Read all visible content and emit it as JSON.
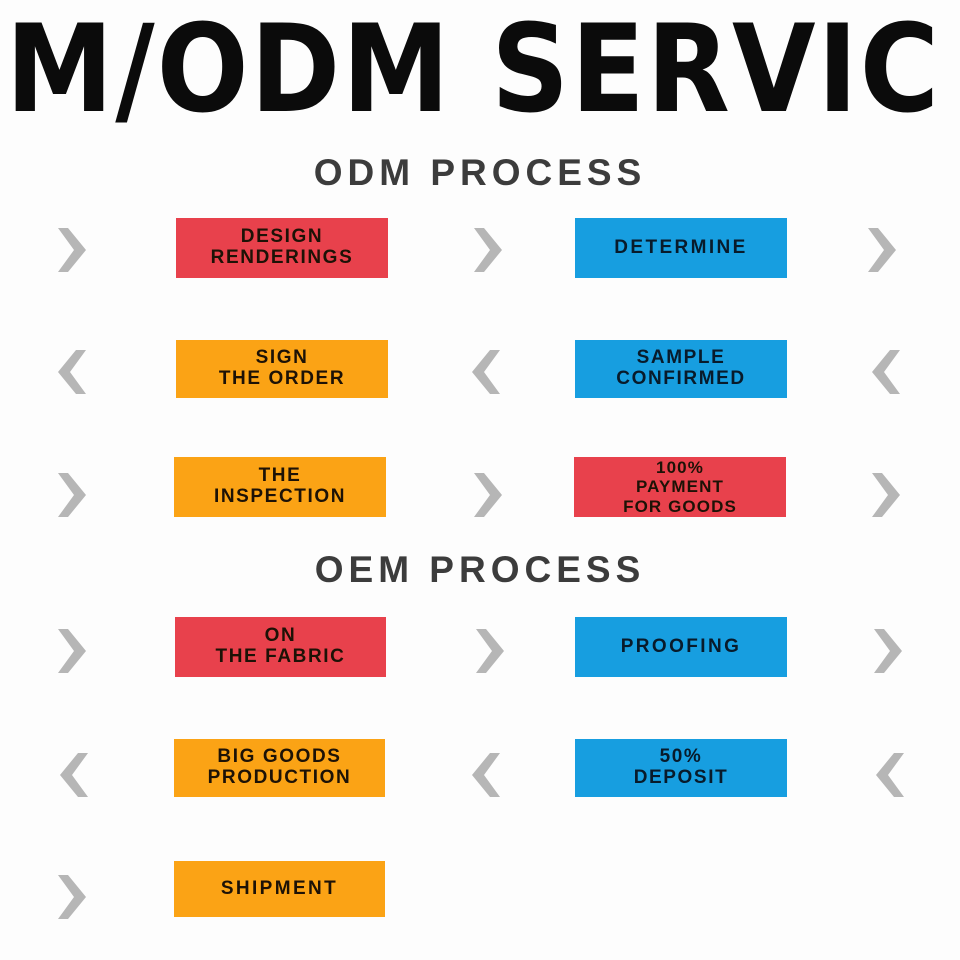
{
  "banner": {
    "title": "EM/ODM SERVIC",
    "full_title_implied": "OEM/ODM SERVICE"
  },
  "sections": [
    {
      "id": "odm",
      "heading": "ODM PROCESS"
    },
    {
      "id": "oem",
      "heading": "OEM PROCESS"
    }
  ],
  "colors": {
    "red": "#e8414c",
    "blue": "#179ee0",
    "orange": "#fba315",
    "chevron": "#b6b6b6",
    "heading": "#3c3c3c",
    "background": "#fdfdfd"
  },
  "rows": [
    {
      "section": "odm",
      "direction": "right",
      "chevrons": [
        "chevron-right-icon",
        "chevron-right-icon",
        "chevron-right-icon"
      ],
      "left_box": {
        "lines": [
          "DESIGN",
          "RENDERINGS"
        ],
        "color": "red"
      },
      "right_box": {
        "lines": [
          "DETERMINE"
        ],
        "color": "blue"
      }
    },
    {
      "section": "odm",
      "direction": "left",
      "chevrons": [
        "chevron-left-icon",
        "chevron-left-icon",
        "chevron-left-icon"
      ],
      "left_box": {
        "lines": [
          "SIGN",
          "THE ORDER"
        ],
        "color": "orange"
      },
      "right_box": {
        "lines": [
          "SAMPLE",
          "CONFIRMED"
        ],
        "color": "blue"
      }
    },
    {
      "section": "odm",
      "direction": "right",
      "chevrons": [
        "chevron-right-icon",
        "chevron-right-icon",
        "chevron-right-icon"
      ],
      "left_box": {
        "lines": [
          "THE",
          "INSPECTION"
        ],
        "color": "orange"
      },
      "right_box": {
        "lines": [
          "100%",
          "PAYMENT",
          "FOR GOODS"
        ],
        "color": "red"
      }
    },
    {
      "section": "oem",
      "direction": "right",
      "chevrons": [
        "chevron-right-icon",
        "chevron-right-icon",
        "chevron-right-icon"
      ],
      "left_box": {
        "lines": [
          "ON",
          "THE FABRIC"
        ],
        "color": "red"
      },
      "right_box": {
        "lines": [
          "PROOFING"
        ],
        "color": "blue"
      }
    },
    {
      "section": "oem",
      "direction": "left",
      "chevrons": [
        "chevron-left-icon",
        "chevron-left-icon",
        "chevron-left-icon"
      ],
      "left_box": {
        "lines": [
          "BIG GOODS",
          "PRODUCTION"
        ],
        "color": "orange"
      },
      "right_box": {
        "lines": [
          "50%",
          "DEPOSIT"
        ],
        "color": "blue"
      }
    },
    {
      "section": "oem",
      "direction": "right",
      "chevrons": [
        "chevron-right-icon"
      ],
      "left_box": {
        "lines": [
          "SHIPMENT"
        ],
        "color": "orange"
      },
      "right_box": null
    }
  ]
}
